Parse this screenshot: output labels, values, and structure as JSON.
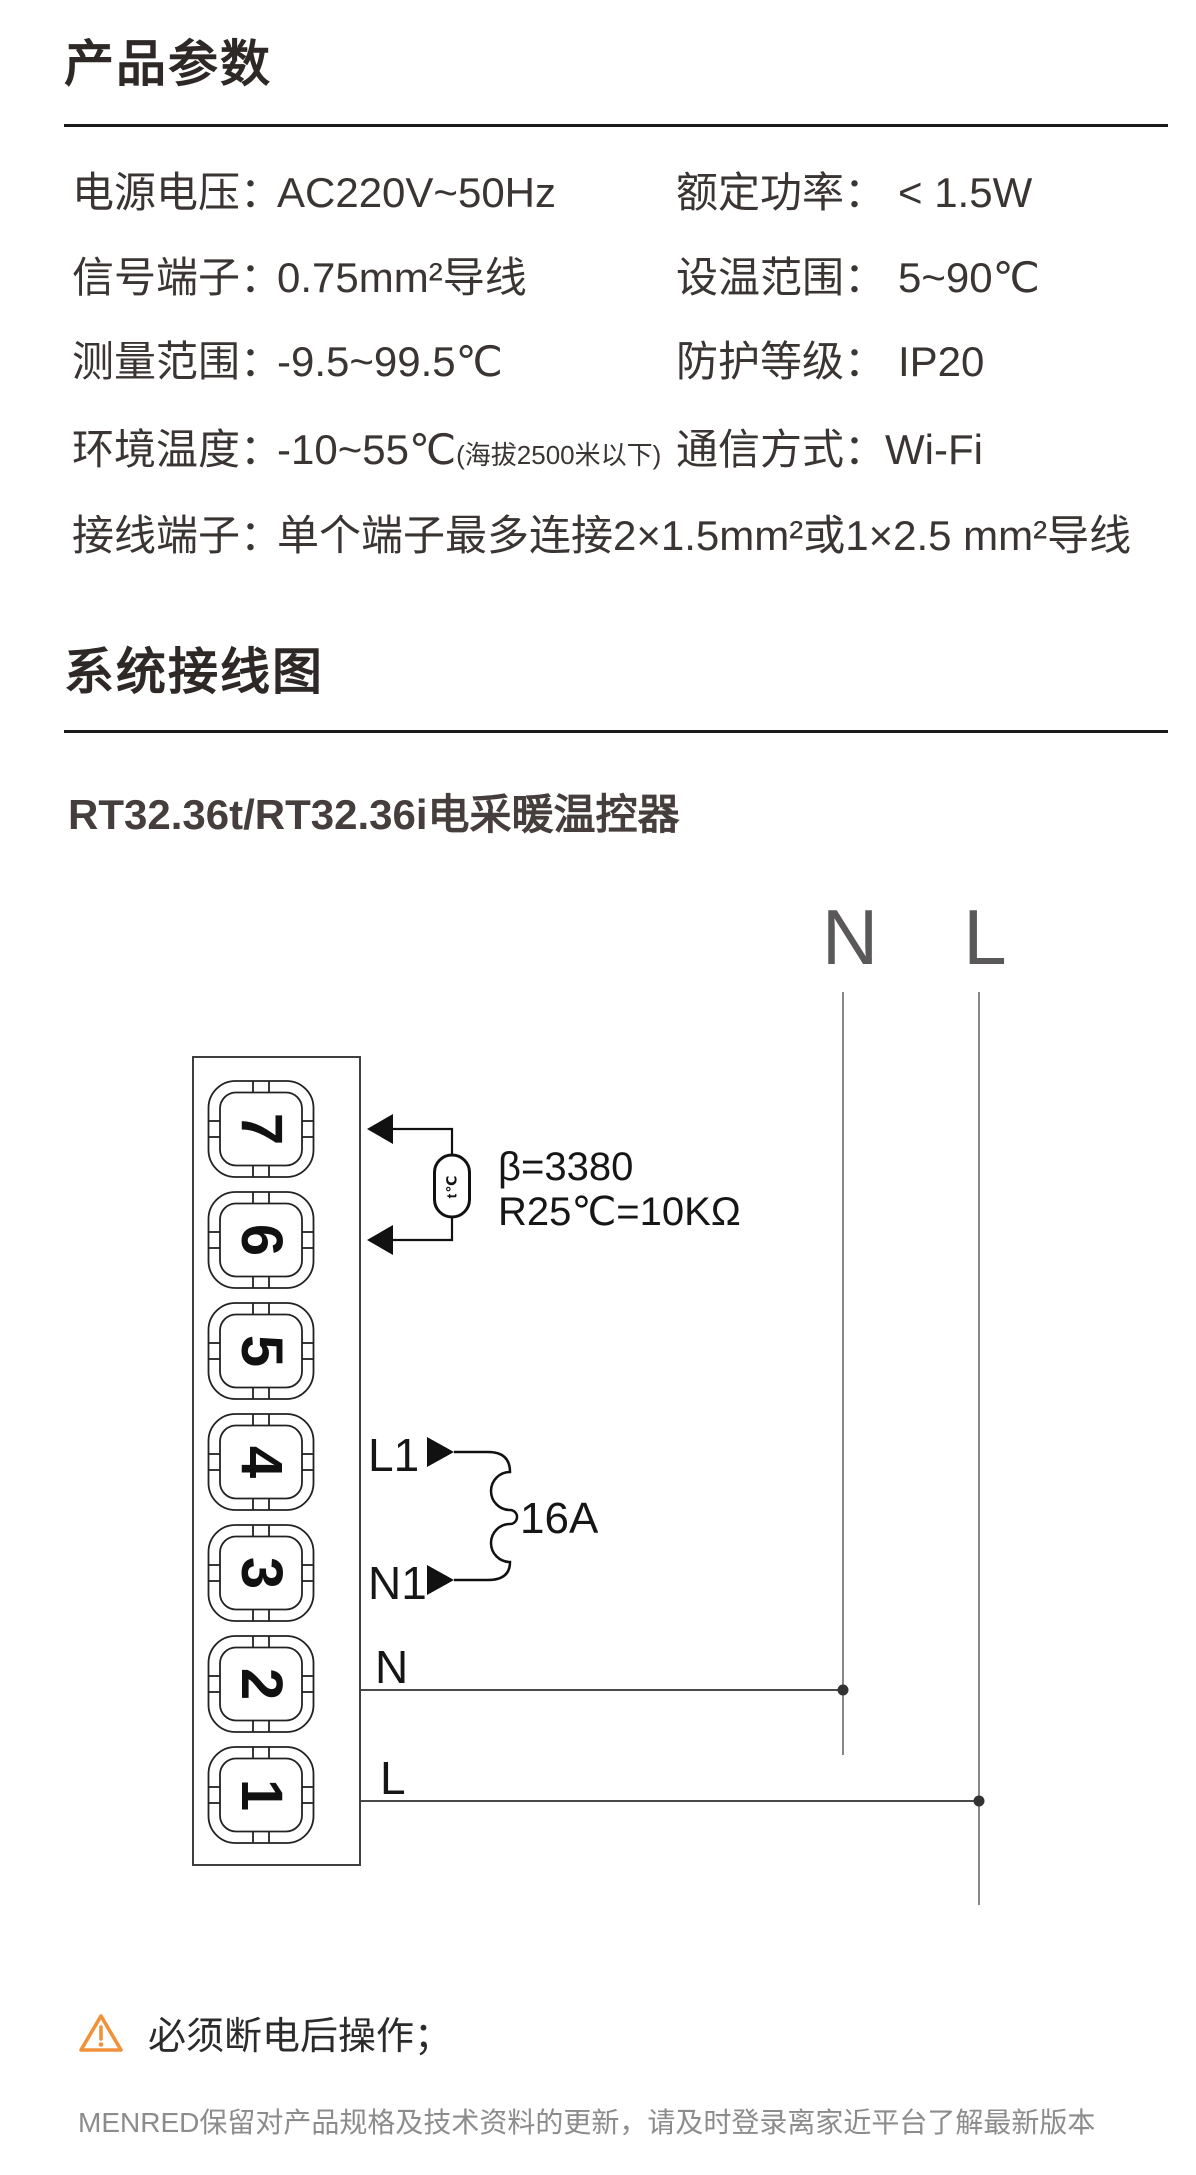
{
  "sections": {
    "params_title": "产品参数",
    "wiring_title": "系统接线图",
    "diagram_subtitle": "RT32.36t/RT32.36i电采暖温控器"
  },
  "specs": {
    "rows": [
      {
        "left_label": "电源电压：",
        "left_value": "AC220V~50Hz",
        "right_label": "额定功率：",
        "right_value": "< 1.5W"
      },
      {
        "left_label": "信号端子：",
        "left_value": "0.75mm²导线",
        "right_label": "设温范围：",
        "right_value": "5~90℃"
      },
      {
        "left_label": "测量范围：",
        "left_value": "-9.5~99.5℃",
        "right_label": "防护等级：",
        "right_value": "IP20"
      },
      {
        "left_label": "环境温度：",
        "left_value": "-10~55℃",
        "left_note": "(海拔2500米以下)",
        "right_label": "通信方式：",
        "right_value": "Wi-Fi"
      },
      {
        "left_label": "接线端子：",
        "left_value": "单个端子最多连接2×1.5mm²或1×2.5 mm²导线"
      }
    ]
  },
  "diagram": {
    "top_labels": {
      "n": "N",
      "l": "L"
    },
    "terminals": [
      "7",
      "6",
      "5",
      "4",
      "3",
      "2",
      "1"
    ],
    "sensor": {
      "label": "t℃",
      "beta": "β=3380",
      "resistance": "R25℃=10KΩ"
    },
    "fuse": {
      "l1": "L1",
      "n1": "N1",
      "rating": "16A"
    },
    "wire_labels": {
      "n": "N",
      "l": "L"
    }
  },
  "warning": {
    "text": "必须断电后操作；"
  },
  "footer": {
    "text": "MENRED保留对产品规格及技术资料的更新，请及时登录离家近平台了解最新版本"
  },
  "colors": {
    "title_text": "#2e2927",
    "body_text": "#3a3533",
    "diagram_ink": "#111111",
    "wire_gray": "#4a4a4a",
    "letter_gray": "#5a5858",
    "warning_orange": "#F0923B",
    "footer_gray": "#8c8c8c"
  }
}
